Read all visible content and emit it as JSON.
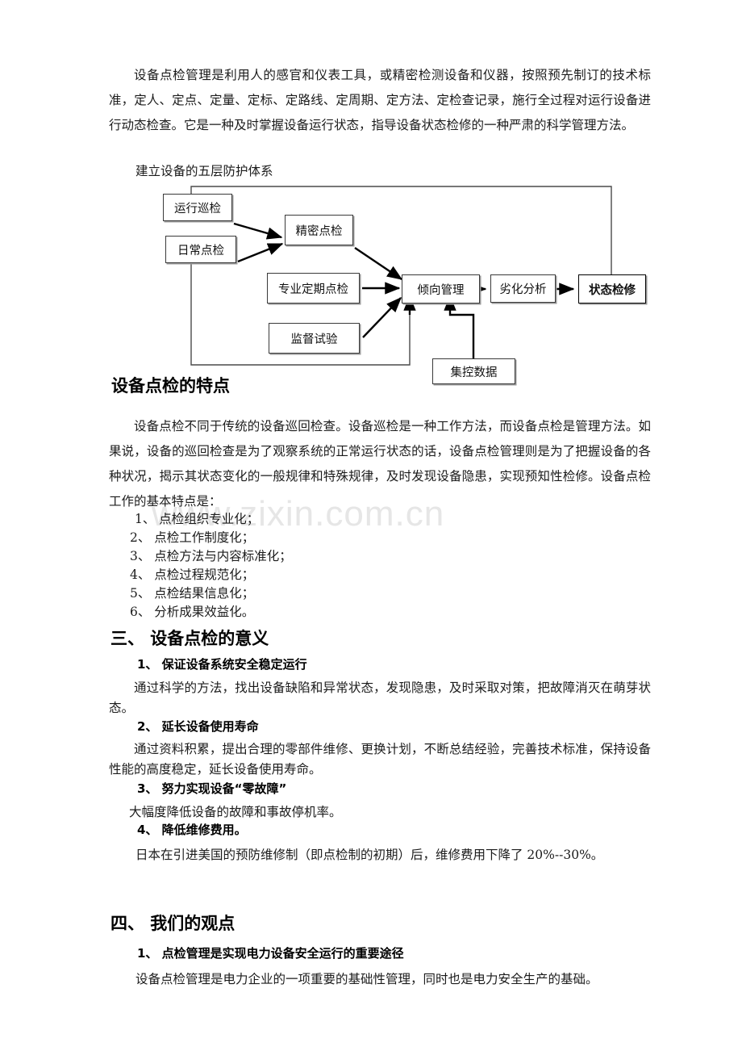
{
  "document": {
    "watermark": "www.zixin.com.cn",
    "paragraphs": {
      "intro": "设备点检管理是利用人的感官和仪表工具，或精密检测设备和仪器，按照预先制订的技术标准，定人、定点、定量、定标、定路线、定周期、定方法、定检查记录，施行全过程对运行设备进行动态检查。它是一种及时掌握设备运行状态，指导设备状态检修的一种严肃的科学管理方法。",
      "feature_body": "设备点检不同于传统的设备巡回检查。设备巡检是一种工作方法，而设备点检是管理方法。如果说，设备的巡回检查是为了观察系统的正常运行状态的话，设备点检管理则是为了把握设备的各种状况，揭示其状态变化的一般规律和特殊规律，及时发现设备隐患，实现预知性检修。设备点检工作的基本特点是：",
      "meaning_1_body": "通过科学的方法，找出设备缺陷和异常状态，发现隐患，及时采取对策，把故障消灭在萌芽状态。",
      "meaning_2_body": "通过资料积累，提出合理的零部件维修、更换计划，不断总结经验，完善技术标准，保持设备性能的高度稳定，延长设备使用寿命。",
      "meaning_3_body": "大幅度降低设备的故障和事故停机率。",
      "meaning_4_body": "日本在引进美国的预防维修制（即点检制的初期）后，维修费用下降了 20%--30%。",
      "view_1_body": "设备点检管理是电力企业的一项重要的基础性管理，同时也是电力安全生产的基础。"
    },
    "diagram": {
      "caption": "建立设备的五层防护体系",
      "boxes": {
        "operation_patrol": "运行巡检",
        "daily_inspection": "日常点检",
        "precision_inspection": "精密点检",
        "professional_periodic": "专业定期点检",
        "supervision_test": "监督试验",
        "trend_management": "倾向管理",
        "degradation_analysis": "劣化分析",
        "condition_maintenance": "状态检修",
        "centralized_data": "集控数据"
      }
    },
    "sections": {
      "features_heading": "设备点检的特点",
      "feature_items": [
        "1、  点检组织专业化；",
        "2、  点检工作制度化；",
        "3、  点检方法与内容标准化；",
        "4、  点检过程规范化；",
        "5、  点检结果信息化；",
        "6、  分析成果效益化。"
      ],
      "meaning_heading": "三、 设备点检的意义",
      "meaning_items": [
        "1、  保证设备系统安全稳定运行",
        "2、  延长设备使用寿命",
        "3、  努力实现设备“零故障”",
        "4、  降低维修费用。"
      ],
      "view_heading": "四、 我们的观点",
      "view_items": [
        "1、   点检管理是实现电力设备安全运行的重要途径"
      ]
    }
  }
}
